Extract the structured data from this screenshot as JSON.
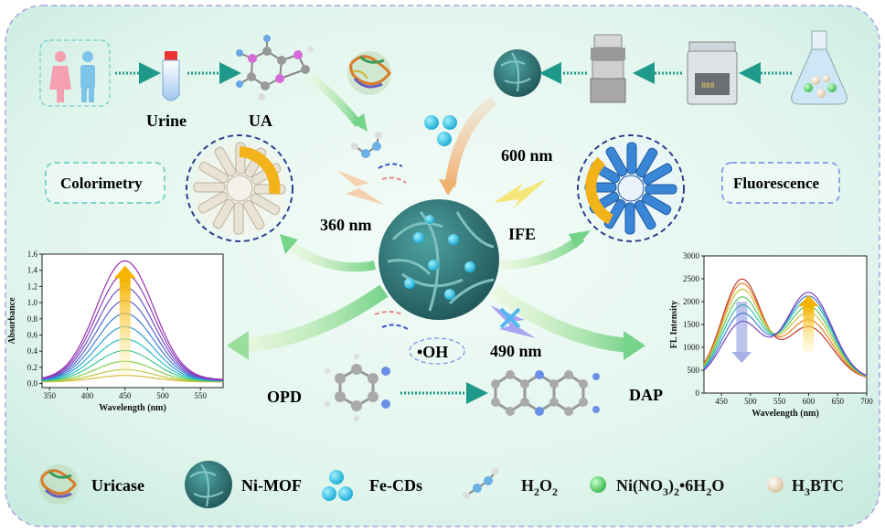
{
  "labels": {
    "urine": "Urine",
    "ua": "UA",
    "colorimetry": "Colorimetry",
    "fluorescence": "Fluorescence",
    "nm360": "360 nm",
    "nm600": "600 nm",
    "nm490": "490 nm",
    "ife": "IFE",
    "opd": "OPD",
    "oh": "•OH",
    "dap": "DAP"
  },
  "legend": [
    {
      "icon": "uricase-protein-icon",
      "label": "Uricase"
    },
    {
      "icon": "ni-mof-sphere-icon",
      "label": "Ni-MOF"
    },
    {
      "icon": "fe-cds-dots-icon",
      "label": "Fe-CDs"
    },
    {
      "icon": "h2o2-molecule-icon",
      "label": "H",
      "sub1": "2",
      "mid": "O",
      "sub2": "2"
    },
    {
      "icon": "green-ball-icon",
      "label": "Ni(NO",
      "sub1": "3",
      "mid": ")",
      "sub2": "2",
      "tail": "•6H",
      "sub3": "2",
      "tail2": "O"
    },
    {
      "icon": "beige-ball-icon",
      "label": "H",
      "sub1": "3",
      "mid": "BTC"
    }
  ],
  "colors": {
    "background_edge": "#c9ebe1",
    "background_center": "#eefaf4",
    "teal_arrow": "#1f9a8a",
    "mof": "#2f6f70",
    "fe_cd": "#39c6e6",
    "ni_green": "#5ed46b",
    "btc_beige": "#f3e2c2"
  },
  "chart_data": [
    {
      "type": "line",
      "xlabel": "Wavelength (nm)",
      "ylabel": "Absorbance",
      "xlim": [
        340,
        580
      ],
      "ylim": [
        -0.05,
        1.6
      ],
      "xticks": [
        350,
        400,
        450,
        500,
        550
      ],
      "yticks": [
        0.0,
        0.2,
        0.4,
        0.6,
        0.8,
        1.0,
        1.2,
        1.4,
        1.6
      ],
      "peak_x": 450,
      "peaks": [
        0.08,
        0.15,
        0.25,
        0.38,
        0.52,
        0.67,
        0.83,
        0.99,
        1.15,
        1.31,
        1.47
      ],
      "series_colors": [
        "#d9b83a",
        "#b9c93a",
        "#7fcf4a",
        "#3fc58a",
        "#2fbfbf",
        "#2f9fd6",
        "#3f7fd6",
        "#5a62c9",
        "#6f4fc0",
        "#8a3fb8",
        "#9b2fb0"
      ]
    },
    {
      "type": "line",
      "xlabel": "Wavelength (nm)",
      "ylabel": "FL Intensity",
      "xlim": [
        420,
        700
      ],
      "ylim": [
        0,
        3000
      ],
      "xticks": [
        450,
        500,
        550,
        600,
        650,
        700
      ],
      "yticks": [
        0,
        500,
        1000,
        1500,
        2000,
        2500,
        3000
      ],
      "peak1_x": 485,
      "peak2_x": 600,
      "peak1": [
        2480,
        2380,
        2250,
        2080,
        1900,
        1720,
        1540
      ],
      "peak2": [
        2200,
        2120,
        2030,
        1900,
        1760,
        1600,
        1450
      ],
      "series_colors": [
        "#c0392b",
        "#e67e22",
        "#c9c23a",
        "#5cc65c",
        "#2fbfa8",
        "#3a7fd6",
        "#7a3fc0"
      ]
    }
  ]
}
